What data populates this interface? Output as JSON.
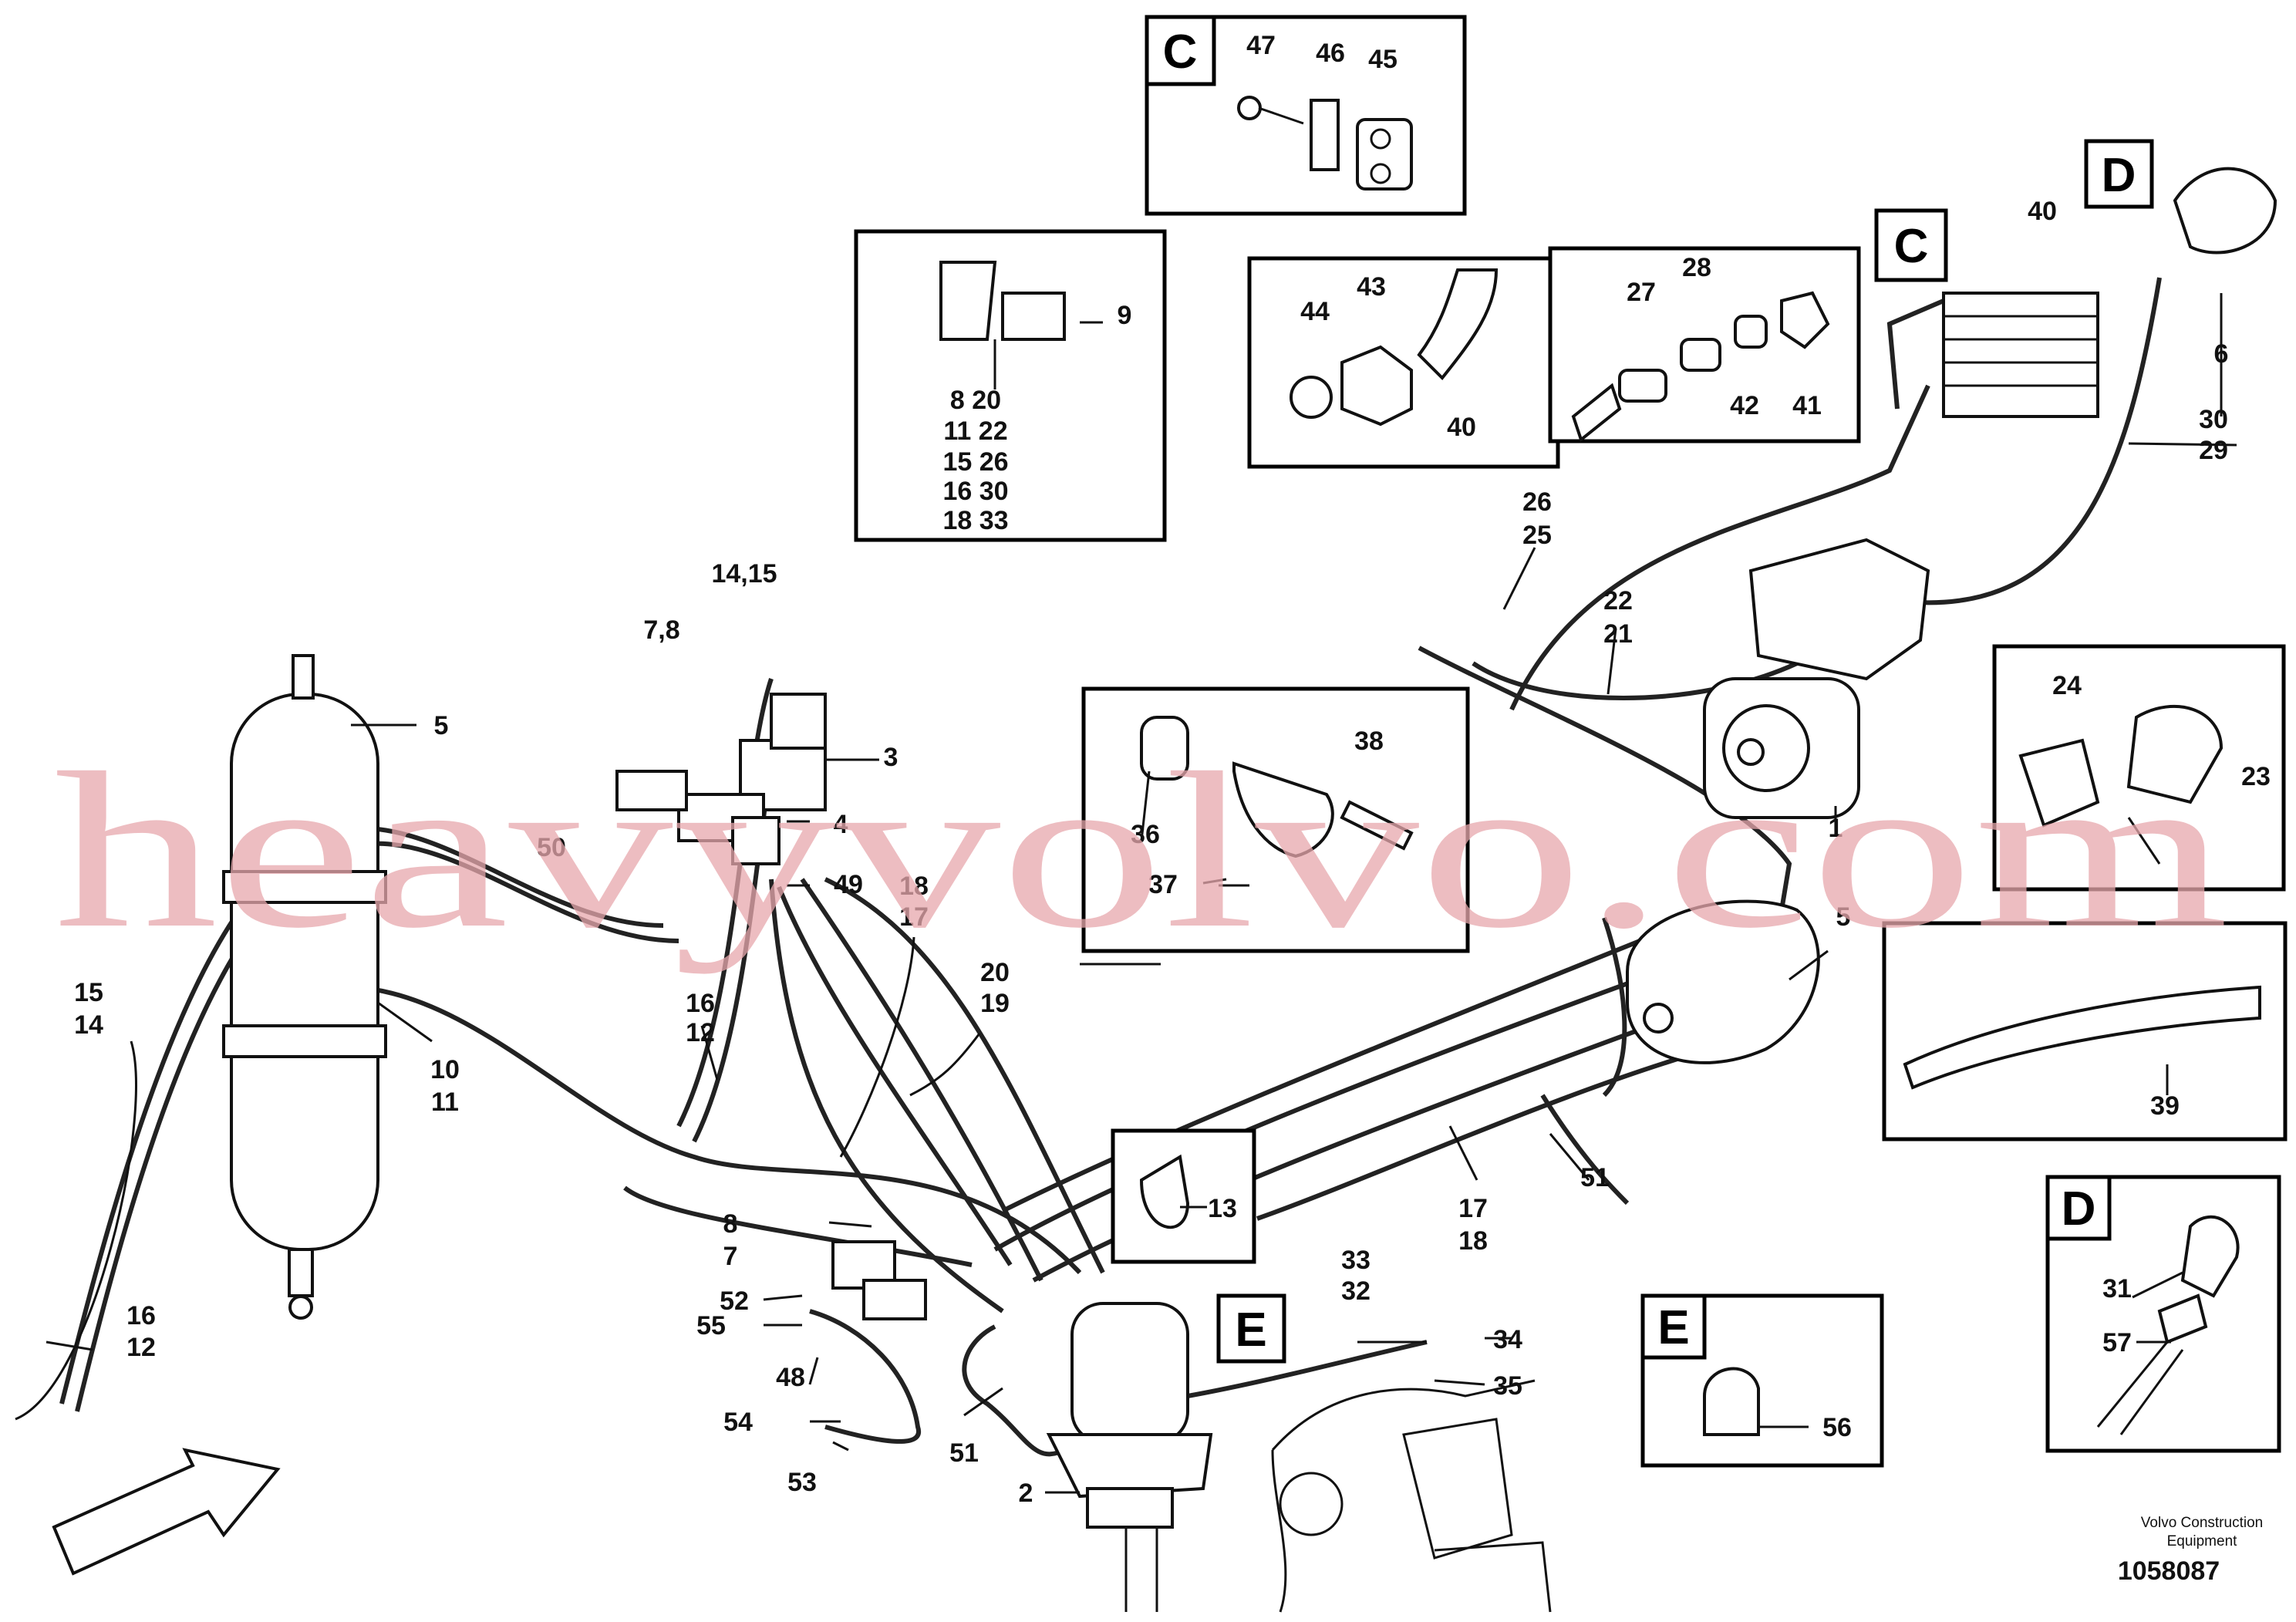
{
  "watermark": "heavyvolvo.com",
  "footer": {
    "company": "Volvo Construction",
    "company2": "Equipment",
    "drawing_number": "1058087"
  },
  "detail_letters": {
    "c1": "C",
    "c2": "C",
    "d1": "D",
    "d2": "D",
    "e1": "E",
    "e2": "E"
  },
  "labels": {
    "l47": "47",
    "l46": "46",
    "l45": "45",
    "l9": "9",
    "l8_20": "8  20",
    "l11_22": "11  22",
    "l15_26": "15  26",
    "l16_30": "16  30",
    "l18_33": "18  33",
    "l44": "44",
    "l43": "43",
    "l40a": "40",
    "l27": "27",
    "l28": "28",
    "l42": "42",
    "l41": "41",
    "l40b": "40",
    "l6": "6",
    "l30": "30",
    "l29": "29",
    "l26": "26",
    "l25": "25",
    "l22": "22",
    "l21": "21",
    "l1": "1",
    "l24": "24",
    "l23": "23",
    "l14_15": "14,15",
    "l7_8": "7,8",
    "l3": "3",
    "l4": "4",
    "l49": "49",
    "l50": "50",
    "l5a": "5",
    "l5b": "5",
    "l36": "36",
    "l37": "37",
    "l38": "38",
    "l39": "39",
    "l18a": "18",
    "l17a": "17",
    "l20": "20",
    "l19": "19",
    "l16a": "16",
    "l12a": "12",
    "l10": "10",
    "l11": "11",
    "l15": "15",
    "l14": "14",
    "l16b": "16",
    "l12b": "12",
    "l8": "8",
    "l7": "7",
    "l13": "13",
    "l17b": "17",
    "l18b": "18",
    "l51a": "51",
    "l51b": "51",
    "l33": "33",
    "l32": "32",
    "l34": "34",
    "l35": "35",
    "l52": "52",
    "l55": "55",
    "l48": "48",
    "l54": "54",
    "l53": "53",
    "l2": "2",
    "l56": "56",
    "l57": "57",
    "l31": "31"
  }
}
